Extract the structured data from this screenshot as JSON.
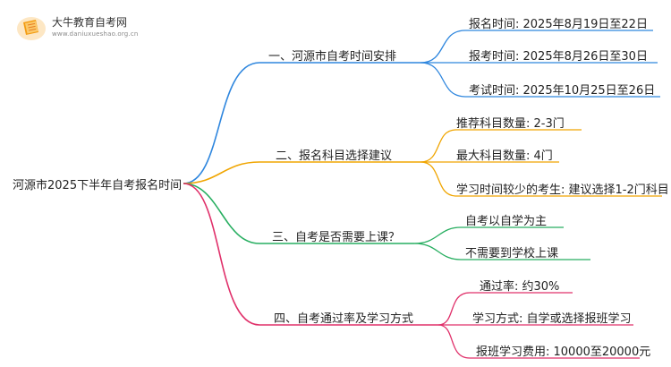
{
  "logo": {
    "title": "大牛教育自考网",
    "url": "www.daniuxueshao.org.cn"
  },
  "root": "河源市2025下半年自考报名时间",
  "branches": [
    {
      "label": "一、河源市自考时间安排",
      "color": "#2e86de",
      "leaves": [
        "报名时间: 2025年8月19日至22日",
        "报考时间: 2025年8月26日至30日",
        "考试时间: 2025年10月25日至26日"
      ]
    },
    {
      "label": "二、报名科目选择建议",
      "color": "#f0a500",
      "leaves": [
        "推荐科目数量: 2-3门",
        "最大科目数量: 4门",
        "学习时间较少的考生: 建议选择1-2门科目"
      ]
    },
    {
      "label": "三、自考是否需要上课？",
      "color": "#27ae60",
      "leaves": [
        "自考以自学为主",
        "不需要到学校上课"
      ]
    },
    {
      "label": "四、自考通过率及学习方式",
      "color": "#e0306a",
      "leaves": [
        "通过率: 约30%",
        "学习方式: 自学或选择报班学习",
        "报班学习费用: 10000至20000元"
      ]
    }
  ]
}
